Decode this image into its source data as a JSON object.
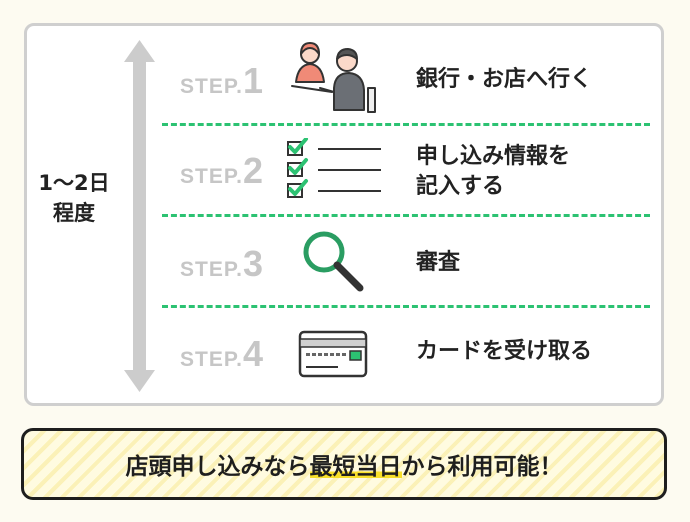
{
  "duration": {
    "line1": "1〜2日",
    "line2": "程度"
  },
  "steps": [
    {
      "word": "STEP.",
      "num": "1",
      "text": [
        "銀行・お店へ行く"
      ],
      "icon": "people-at-counter-icon"
    },
    {
      "word": "STEP.",
      "num": "2",
      "text": [
        "申し込み情報を",
        "記入する"
      ],
      "icon": "checklist-icon"
    },
    {
      "word": "STEP.",
      "num": "3",
      "text": [
        "審査"
      ],
      "icon": "magnifier-icon"
    },
    {
      "word": "STEP.",
      "num": "4",
      "text": [
        "カードを受け取る"
      ],
      "icon": "credit-card-icon"
    }
  ],
  "banner": {
    "prefix": "店頭申し込みなら",
    "highlight": "最短当日",
    "suffix": "から利用可能！"
  },
  "colors": {
    "accent": "#2cc272",
    "step_gray": "#c6c6c6",
    "highlight": "#f7df2a",
    "border": "#cfcfcf"
  }
}
